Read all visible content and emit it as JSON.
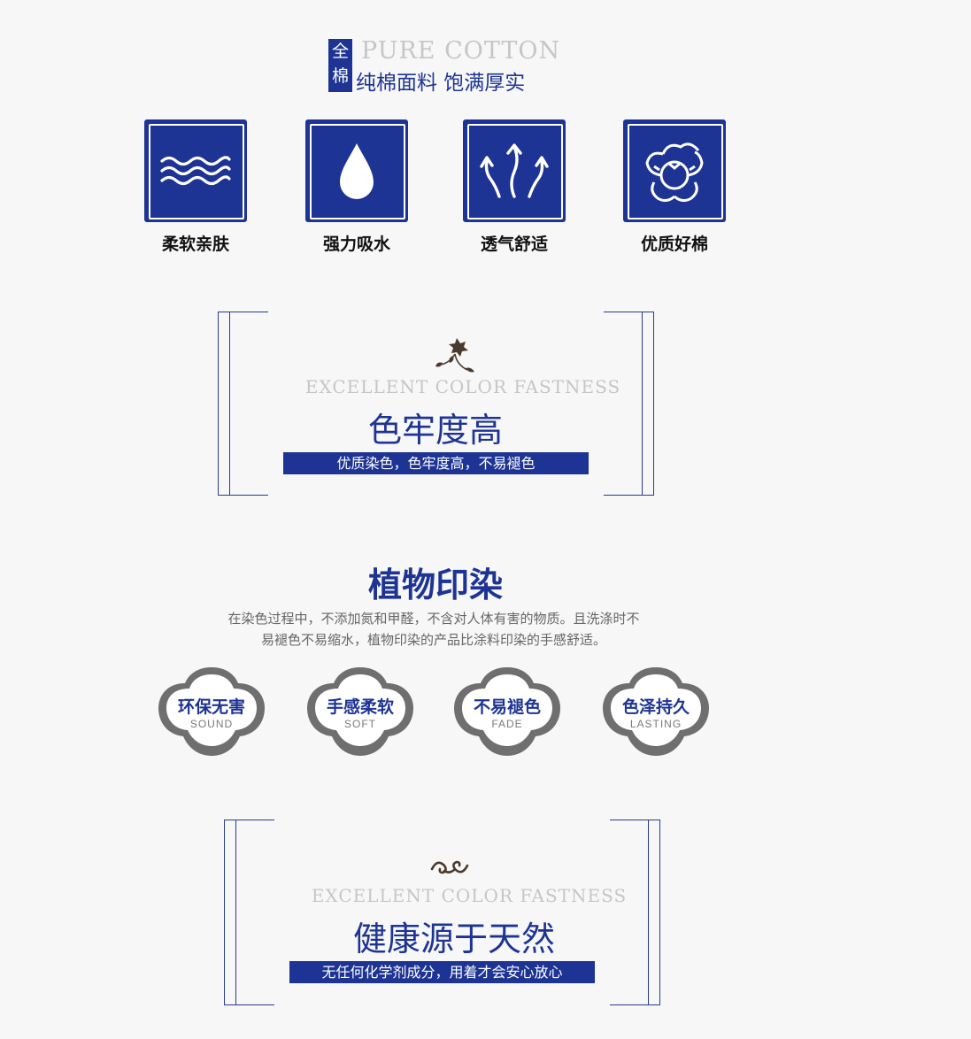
{
  "header": {
    "badge_chars": [
      "全",
      "棉"
    ],
    "title_en": "PURE COTTON",
    "subtitle_cn": "纯棉面料 饱满厚实"
  },
  "features": [
    {
      "icon": "waves-icon",
      "label": "柔软亲肤"
    },
    {
      "icon": "water-drop-icon",
      "label": "强力吸水"
    },
    {
      "icon": "airflow-arrows-icon",
      "label": "透气舒适"
    },
    {
      "icon": "cotton-boll-icon",
      "label": "优质好棉"
    }
  ],
  "color_fastness": {
    "ornament": "flower-ornament-icon",
    "caption_en": "EXCELLENT COLOR FASTNESS",
    "title_cn": "色牢度高",
    "bar_text": "优质染色，色牢度高，不易褪色"
  },
  "plant_dye": {
    "title": "植物印染",
    "desc_line1": "在染色过程中，不添加氮和甲醛，不含对人体有害的物质。且洗涤时不",
    "desc_line2": "易褪色不易缩水，植物印染的产品比涂料印染的手感舒适。",
    "badges": [
      {
        "cn": "环保无害",
        "en": "SOUND"
      },
      {
        "cn": "手感柔软",
        "en": "SOFT"
      },
      {
        "cn": "不易褪色",
        "en": "FADE"
      },
      {
        "cn": "色泽持久",
        "en": "LASTING"
      }
    ]
  },
  "natural_health": {
    "ornament": "swirl-ornament-icon",
    "caption_en": "EXCELLENT COLOR FASTNESS",
    "title_cn": "健康源于天然",
    "bar_text": "无任何化学剂成分，用着才会安心放心"
  },
  "colors": {
    "accent": "#1e3494",
    "caption_gray": "#c6c6c6",
    "badge_gray": "#6f6f6f"
  }
}
